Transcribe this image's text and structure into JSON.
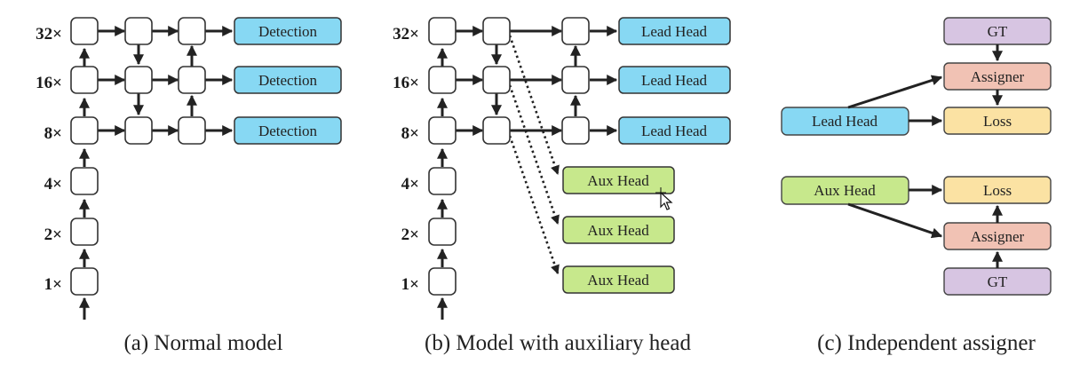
{
  "scales": [
    "32×",
    "16×",
    "8×",
    "4×",
    "2×",
    "1×"
  ],
  "panel_a": {
    "heads": [
      "Detection",
      "Detection",
      "Detection"
    ],
    "caption": "(a) Normal model"
  },
  "panel_b": {
    "lead_heads": [
      "Lead Head",
      "Lead Head",
      "Lead Head"
    ],
    "aux_heads": [
      "Aux Head",
      "Aux Head",
      "Aux Head"
    ],
    "caption": "(b) Model with auxiliary head"
  },
  "panel_c": {
    "lead_group": {
      "gt": "GT",
      "assigner": "Assigner",
      "head": "Lead Head",
      "loss": "Loss"
    },
    "aux_group": {
      "head": "Aux Head",
      "loss": "Loss",
      "assigner": "Assigner",
      "gt": "GT"
    },
    "caption": "(c) Independent assigner"
  },
  "colors": {
    "detection": "#87d8f3",
    "lead_head": "#87d8f3",
    "aux_head": "#c7e88c",
    "gt": "#d7c5e2",
    "assigner": "#f1c2b4",
    "loss": "#fbe2a3",
    "node": "#ffffff",
    "stroke": "#333333"
  }
}
